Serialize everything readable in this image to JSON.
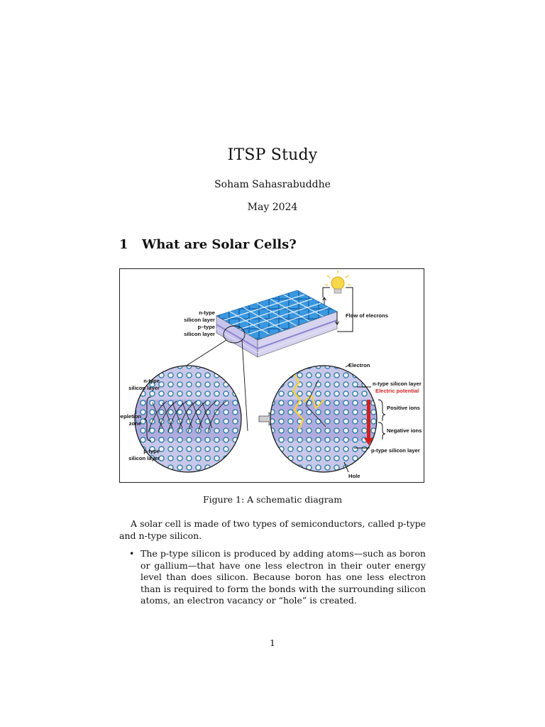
{
  "title": "ITSP Study",
  "author": "Soham Sahasrabuddhe",
  "date": "May 2024",
  "section": {
    "number": "1",
    "title": "What are Solar Cells?"
  },
  "figure": {
    "caption": "Figure 1: A schematic diagram",
    "labels": {
      "ntype_panel_1": "n-type",
      "ntype_panel_2": "silicon layer",
      "ptype_panel_1": "p–type",
      "ptype_panel_2": "silicon layer",
      "flow": "Flow of elecrons",
      "left_ntype_1": "n-type",
      "left_ntype_2": "silicon layer",
      "depletion_1": "Depletion",
      "depletion_2": "zone",
      "left_ptype_1": "p-type",
      "left_ptype_2": "silicon layer",
      "electron": "Electron",
      "right_ntype": "n-type silicon layer",
      "electric_potential": "Electric potential",
      "positive_ions": "Positive ions",
      "negative_ions": "Negative ions",
      "right_ptype": "p-type silicon layer",
      "hole": "Hole"
    },
    "colors": {
      "panel": "#2f8fd9",
      "layer": "#b8b4e6",
      "atom": "#3b8fb5",
      "potential": "#d21f1f",
      "bulb": "#f2d23a"
    }
  },
  "paragraph": "A solar cell is made of two types of semiconductors, called p-type and n-type silicon.",
  "bullets": [
    "The p-type silicon is produced by adding atoms—such as boron or gallium—that have one less electron in their outer energy level than does silicon. Because boron has one less electron than is required to form the bonds with the surrounding silicon atoms, an electron vacancy or “hole” is created."
  ],
  "page_number": "1"
}
